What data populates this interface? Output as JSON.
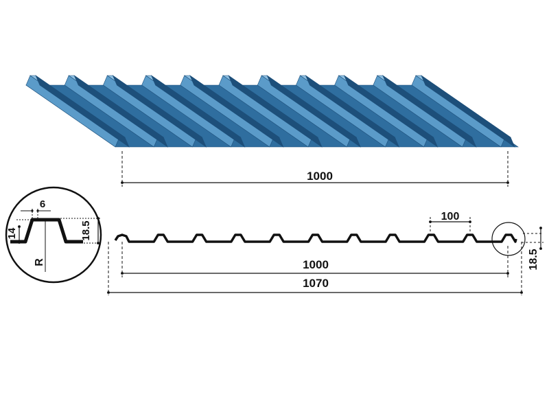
{
  "diagram": {
    "top_view": {
      "width_label": "1000"
    },
    "profile": {
      "pitch_label": "100",
      "cover_width_label": "1000",
      "total_width_label": "1070",
      "height_label": "18.5"
    },
    "detail": {
      "top_width_label": "6",
      "side_label": "14",
      "height_label": "18.5",
      "radius_label": "R"
    }
  },
  "colors": {
    "sheet_light": "#5b9bc9",
    "sheet_mid": "#2f6e9f",
    "sheet_dark": "#1d4f7a",
    "line": "#111111"
  }
}
